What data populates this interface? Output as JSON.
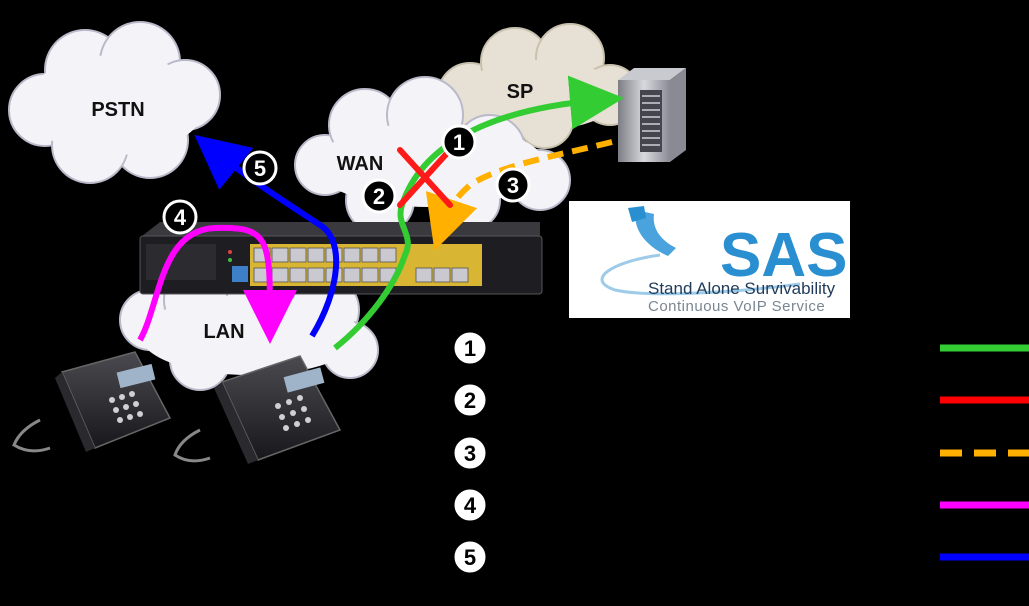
{
  "clouds": {
    "pstn": "PSTN",
    "wan": "WAN",
    "sp": "SP",
    "lan": "LAN"
  },
  "steps": [
    "1",
    "2",
    "3",
    "4",
    "5"
  ],
  "logo": {
    "title": "SAS",
    "line1": "Stand Alone Survivability",
    "line2": "Continuous VoIP Service"
  },
  "legend": [
    {
      "num": "1",
      "color": "#33cc33",
      "style": "solid"
    },
    {
      "num": "2",
      "color": "#ff0000",
      "style": "solid"
    },
    {
      "num": "3",
      "color": "#ffb000",
      "style": "dashed"
    },
    {
      "num": "4",
      "color": "#ff00ff",
      "style": "solid"
    },
    {
      "num": "5",
      "color": "#0000ff",
      "style": "solid"
    }
  ],
  "colors": {
    "green": "#33cc33",
    "red": "#ff0000",
    "orange": "#ffb000",
    "magenta": "#ff00ff",
    "blue": "#0000ff",
    "cloud_white": "#f4f4f8",
    "cloud_sp": "#e6e1d4"
  }
}
